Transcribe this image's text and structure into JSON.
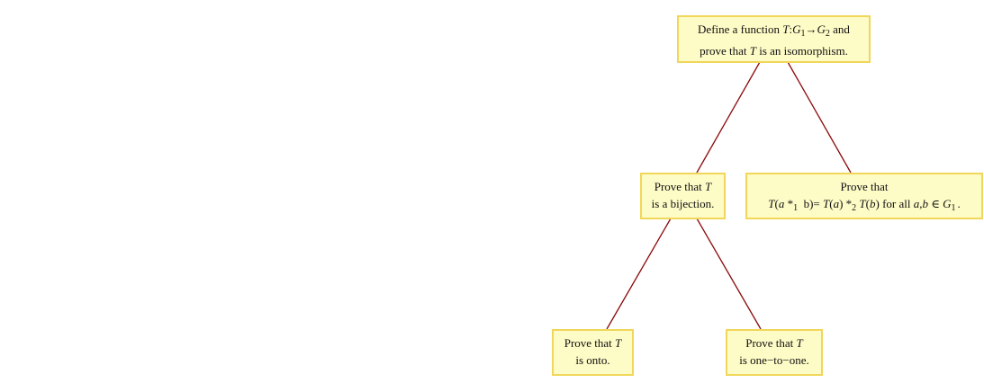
{
  "diagram": {
    "edge_color": "#8b0a0a",
    "node_fill": "#fdfbc6",
    "node_border": "#f0d75a",
    "nodes": {
      "root": {
        "line1": {
          "pre": "Define a function ",
          "T": "T",
          "colon": ":",
          "G": "G",
          "one": "1",
          "arrow": "→",
          "G2": "G",
          "two": "2",
          "post": " and"
        },
        "line2": {
          "pre": "prove that ",
          "T": "T",
          "post": " is an isomorphism."
        }
      },
      "bijection": {
        "line1": {
          "pre": "Prove that ",
          "T": "T"
        },
        "line2": {
          "text": "is a bijection."
        }
      },
      "homomorphism": {
        "line1": {
          "text": "Prove that"
        },
        "line2": {
          "T1": "T",
          "p1": "(",
          "a": "a",
          "star1": " *",
          "one": "1",
          "b": "  b)= ",
          "T2": "T",
          "p2": "(",
          "a2": "a",
          "p3": ") ",
          "star2": "*",
          "two": "2",
          "T3": " T",
          "p4": "(",
          "b2": "b",
          "p5": ") for all ",
          "ab": "a",
          "comma": ",",
          "b3": "b",
          "in": " ∈ ",
          "G": "G",
          "G1": "1",
          "dot": "."
        }
      },
      "onto": {
        "line1": {
          "pre": "Prove that ",
          "T": "T"
        },
        "line2": {
          "text": "is onto."
        }
      },
      "one_to_one": {
        "line1": {
          "pre": "Prove that ",
          "T": "T"
        },
        "line2": {
          "text": "is one−to−one."
        }
      }
    }
  }
}
